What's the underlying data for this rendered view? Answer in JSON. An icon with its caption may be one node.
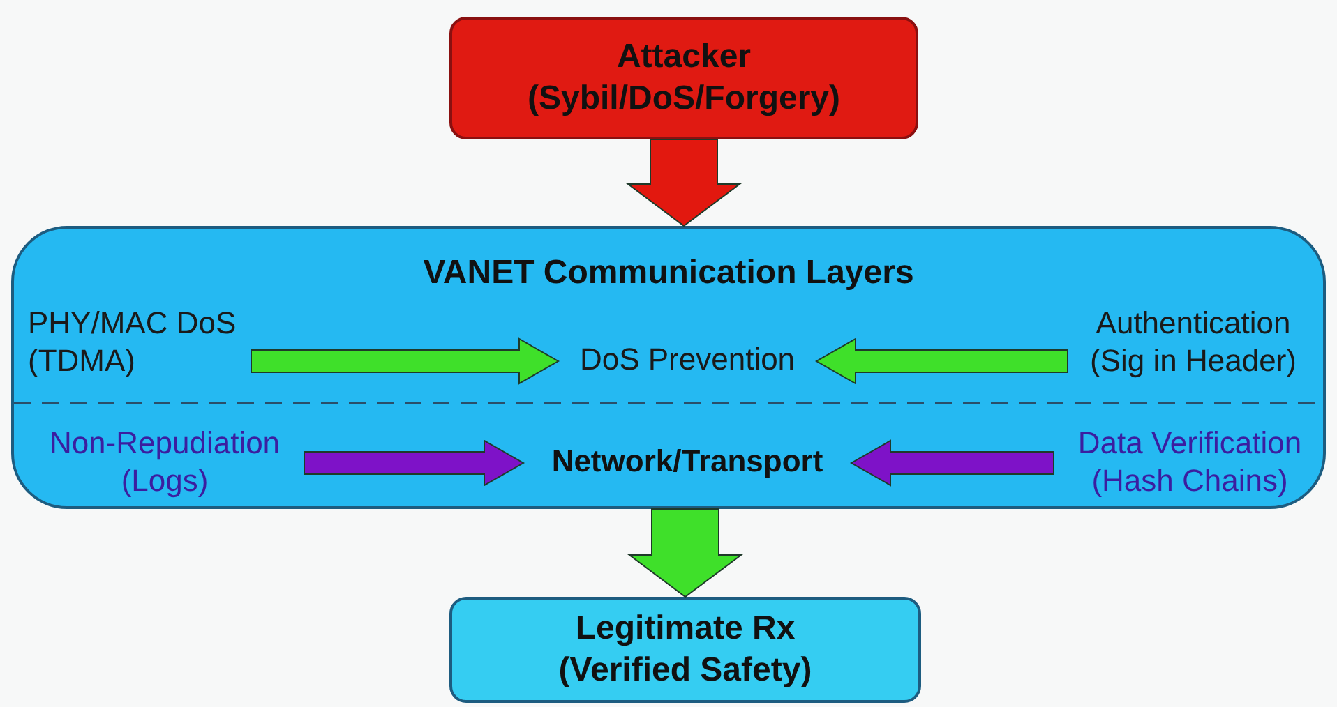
{
  "diagram": {
    "nodes": [
      {
        "text": [
          "Attacker (Sybil/DoS/Forgery)"
        ]
      },
      {
        "text": [
          "VANET Communication Layers"
        ]
      },
      {
        "text": [
          "PHY/MAC DoS (TDMA)"
        ],
        "in": 1
      },
      {
        "text": [
          "DoS Prevention"
        ],
        "in": 1
      },
      {
        "text": [
          "Authentication (Sig in Header)"
        ],
        "in": 1
      },
      {
        "text": [
          "Non-Repudiation (Logs)"
        ],
        "in": 1
      },
      {
        "text": [
          "Network/Transport"
        ],
        "in": 1
      },
      {
        "text": [
          "Data Verification (Hash Chains)"
        ],
        "in": 1
      },
      {
        "text": [
          "Legitimate Rx (Verified Safety)"
        ]
      }
    ],
    "edges": [
      {
        "from": 0,
        "to": 1,
        "arrow": "to",
        "style": "thick",
        "color": "#e2180f"
      },
      {
        "from": 2,
        "to": 3,
        "arrow": "to",
        "color": "#3fe02a"
      },
      {
        "from": 4,
        "to": 3,
        "arrow": "to",
        "color": "#3fe02a"
      },
      {
        "from": 5,
        "to": 6,
        "arrow": "to",
        "color": "#7e12c8"
      },
      {
        "from": 7,
        "to": 6,
        "arrow": "to",
        "color": "#7e12c8"
      },
      {
        "from": 1,
        "to": 8,
        "arrow": "to",
        "style": "thick",
        "color": "#3fe02a"
      }
    ]
  }
}
